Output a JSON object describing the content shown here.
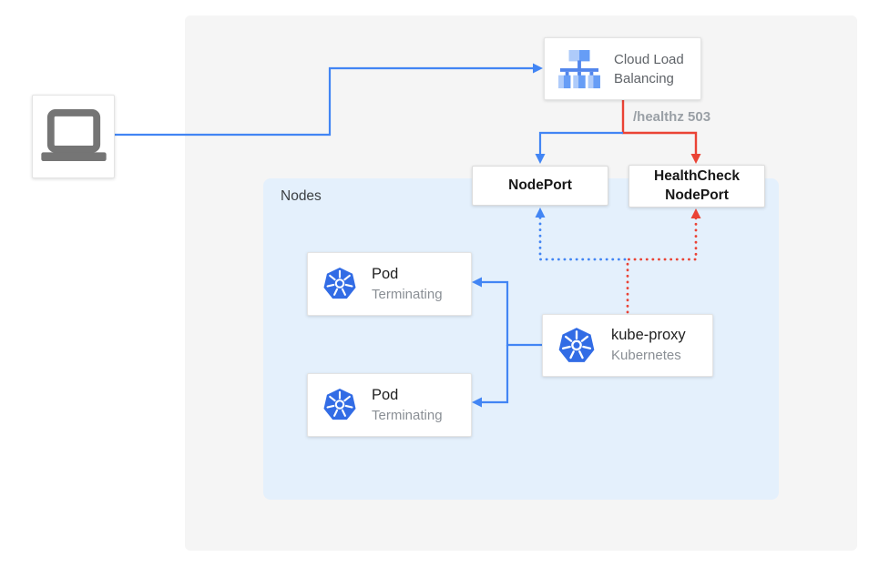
{
  "colors": {
    "blue_line": "#4285f4",
    "red_line": "#ea4335",
    "kubernetes_blue": "#326ce5",
    "icon_gray": "#757575",
    "canvas_bg": "#f5f5f5",
    "nodes_bg": "#e4f0fc",
    "muted_text": "#9aa0a6"
  },
  "client": {
    "icon": "laptop-icon"
  },
  "cloud_load_balancing": {
    "label": "Cloud Load Balancing",
    "icon": "load-balancer-icon"
  },
  "healthz_label": "/healthz 503",
  "node_port": {
    "label": "NodePort"
  },
  "health_check_node_port": {
    "label": "HealthCheck NodePort"
  },
  "nodes": {
    "label": "Nodes",
    "pods": [
      {
        "title": "Pod",
        "status": "Terminating"
      },
      {
        "title": "Pod",
        "status": "Terminating"
      }
    ],
    "kube_proxy": {
      "title": "kube-proxy",
      "subtitle": "Kubernetes"
    }
  }
}
